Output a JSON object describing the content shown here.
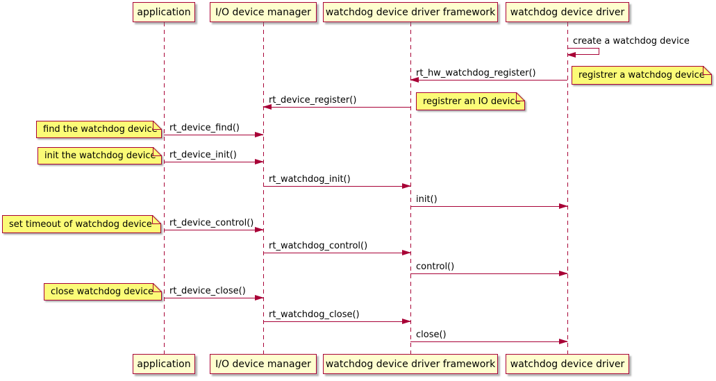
{
  "colors": {
    "background": "#FFFFFF",
    "participant_fill": "#FEFECE",
    "note_fill": "#FBFB77",
    "border": "#A80036",
    "arrow": "#A80036",
    "text": "#000000"
  },
  "participants": [
    {
      "name": "application"
    },
    {
      "name": "I/O device manager"
    },
    {
      "name": "watchdog device driver framework"
    },
    {
      "name": "watchdog device driver"
    }
  ],
  "messages": [
    {
      "label": "create a watchdog device",
      "from": "watchdog device driver",
      "to": "watchdog device driver",
      "kind": "self"
    },
    {
      "label": "rt_hw_watchdog_register()",
      "from": "watchdog device driver",
      "to": "watchdog device driver framework",
      "kind": "arrow"
    },
    {
      "label": "rt_device_register()",
      "from": "watchdog device driver framework",
      "to": "I/O device manager",
      "kind": "arrow"
    },
    {
      "label": "rt_device_find()",
      "from": "application",
      "to": "I/O device manager",
      "kind": "arrow"
    },
    {
      "label": "rt_device_init()",
      "from": "application",
      "to": "I/O device manager",
      "kind": "arrow"
    },
    {
      "label": "rt_watchdog_init()",
      "from": "I/O device manager",
      "to": "watchdog device driver framework",
      "kind": "arrow"
    },
    {
      "label": "init()",
      "from": "watchdog device driver framework",
      "to": "watchdog device driver",
      "kind": "arrow"
    },
    {
      "label": "rt_device_control()",
      "from": "application",
      "to": "I/O device manager",
      "kind": "arrow"
    },
    {
      "label": "rt_watchdog_control()",
      "from": "I/O device manager",
      "to": "watchdog device driver framework",
      "kind": "arrow"
    },
    {
      "label": "control()",
      "from": "watchdog device driver framework",
      "to": "watchdog device driver",
      "kind": "arrow"
    },
    {
      "label": "rt_device_close()",
      "from": "application",
      "to": "I/O device manager",
      "kind": "arrow"
    },
    {
      "label": "rt_watchdog_close()",
      "from": "I/O device manager",
      "to": "watchdog device driver framework",
      "kind": "arrow"
    },
    {
      "label": "close()",
      "from": "watchdog device driver framework",
      "to": "watchdog device driver",
      "kind": "arrow"
    }
  ],
  "notes": [
    {
      "text": "registrer a watchdog device",
      "attached_to": "watchdog device driver"
    },
    {
      "text": "registrer an IO device",
      "attached_to": "watchdog device driver framework"
    },
    {
      "text": "find the watchdog device",
      "attached_to": "application"
    },
    {
      "text": "init the watchdog device",
      "attached_to": "application"
    },
    {
      "text": "set timeout of watchdog device",
      "attached_to": "application"
    },
    {
      "text": "close watchdog device",
      "attached_to": "application"
    }
  ]
}
